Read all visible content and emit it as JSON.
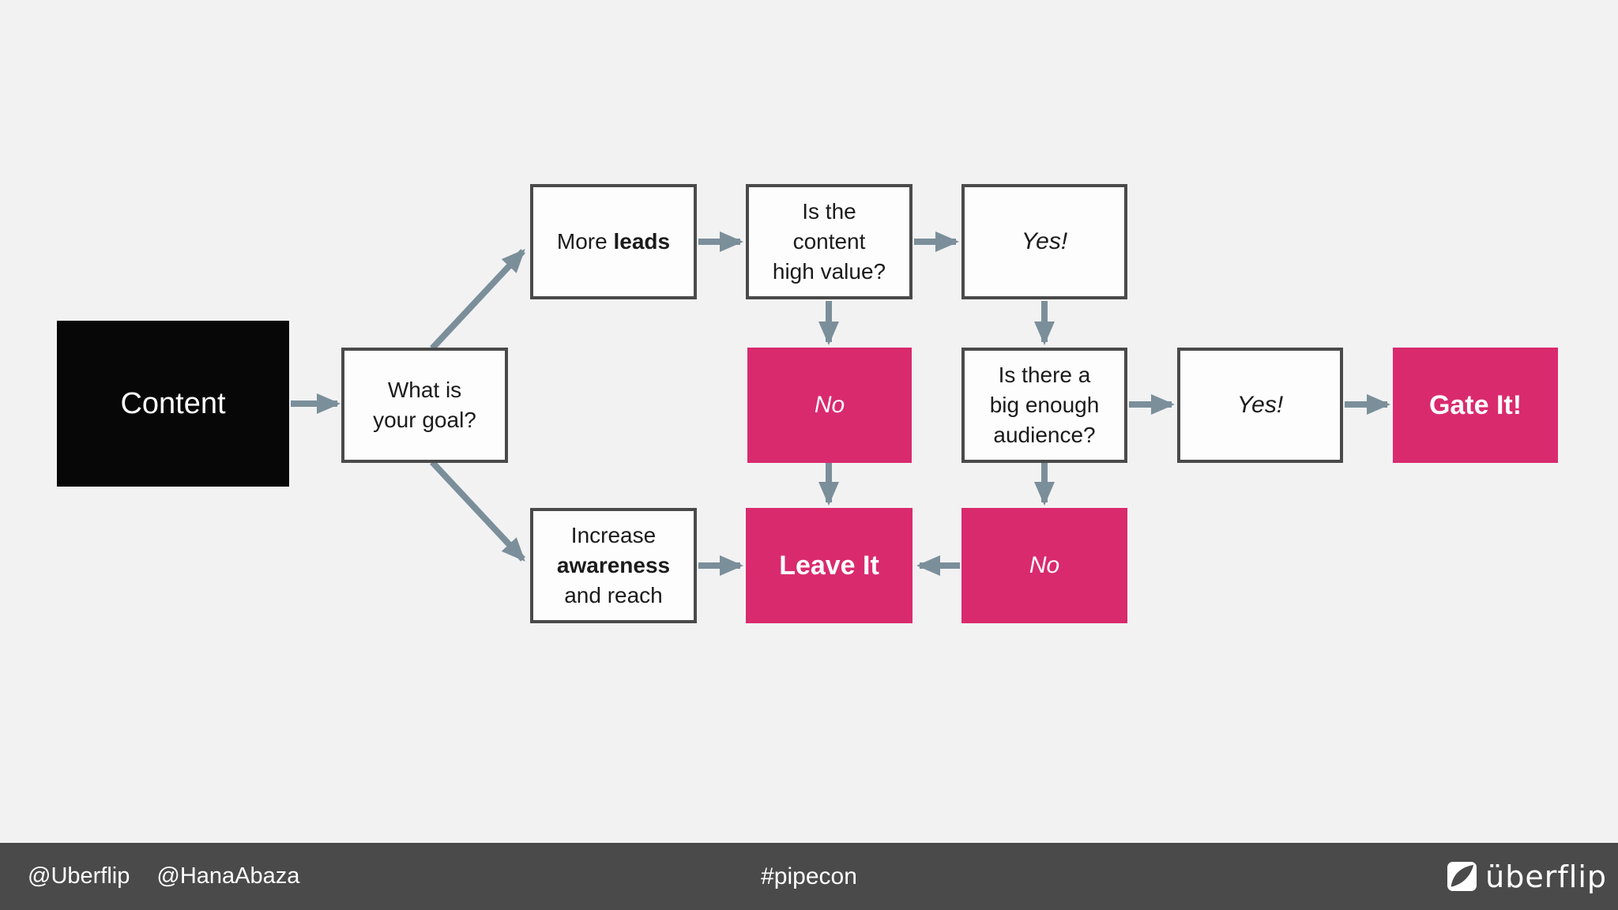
{
  "slide": {
    "nodes": {
      "content": {
        "label": "Content"
      },
      "goal": {
        "line1": "What is",
        "line2": "your goal?"
      },
      "more_leads": {
        "pre": "More",
        "bold": "leads"
      },
      "high_value": {
        "line1": "Is the",
        "line2": "content",
        "line3": "high value?"
      },
      "yes_top": {
        "label": "Yes!"
      },
      "no_mid": {
        "label": "No"
      },
      "audience": {
        "line1": "Is there a",
        "line2": "big enough",
        "line3": "audience?"
      },
      "yes_right": {
        "label": "Yes!"
      },
      "gate_it": {
        "label": "Gate It!"
      },
      "awareness": {
        "line1": "Increase",
        "bold": "awareness",
        "line3": "and reach"
      },
      "leave_it": {
        "label": "Leave It"
      },
      "no_bottom": {
        "label": "No"
      }
    }
  },
  "footer": {
    "handle_uberflip": "@Uberflip",
    "handle_hana": "@HanaAbaza",
    "hashtag": "#pipecon",
    "logo_text": "überflip"
  },
  "colors": {
    "accent_pink": "#d92a6e",
    "arrow_gray": "#7b8f9a",
    "box_border": "#4a4a4a",
    "content_black": "#070707",
    "footer_bg": "#4a4a4b",
    "background": "#f2f2f3"
  }
}
